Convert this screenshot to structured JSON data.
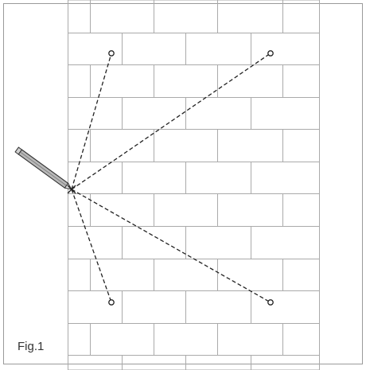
{
  "figure": {
    "label": "Fig.1"
  },
  "colors": {
    "border": "#9a9a9a",
    "mortar": "#aaaaaa",
    "marking_line": "#222222",
    "pencil_body": "#b8b8b8",
    "pencil_outline": "#333333"
  },
  "diagram": {
    "wall": "brick",
    "tool": "pencil-icon",
    "center_marker": "cross",
    "target_count": 4
  }
}
